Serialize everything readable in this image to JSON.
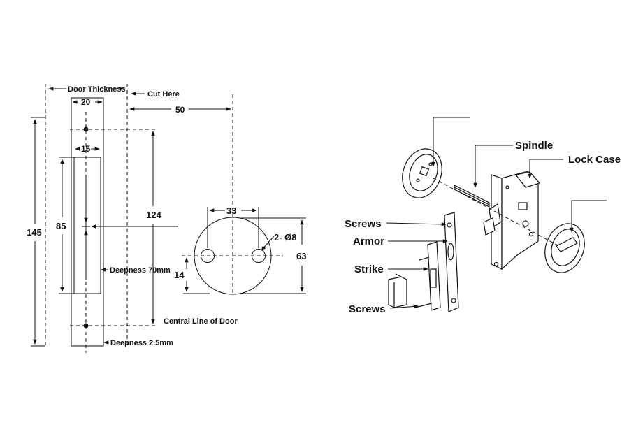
{
  "dimensions": {
    "door_thickness": "Door Thickness",
    "cut_here": "Cut Here",
    "d20": "20",
    "d50": "50",
    "d15": "15",
    "d124": "124",
    "d85": "85",
    "d145": "145",
    "deepness_70": "Deepness 70mm",
    "deepness_25": "Deepness 2.5mm",
    "central_line": "Central Line of Door",
    "d33": "33",
    "holes": "2- Ø8",
    "d63": "63",
    "d14": "14"
  },
  "callouts": {
    "spindle": "Spindle",
    "lock_case": "Lock Case",
    "screws_top": "Screws",
    "armor": "Armor",
    "strike": "Strike",
    "screws_bottom": "Screws"
  }
}
